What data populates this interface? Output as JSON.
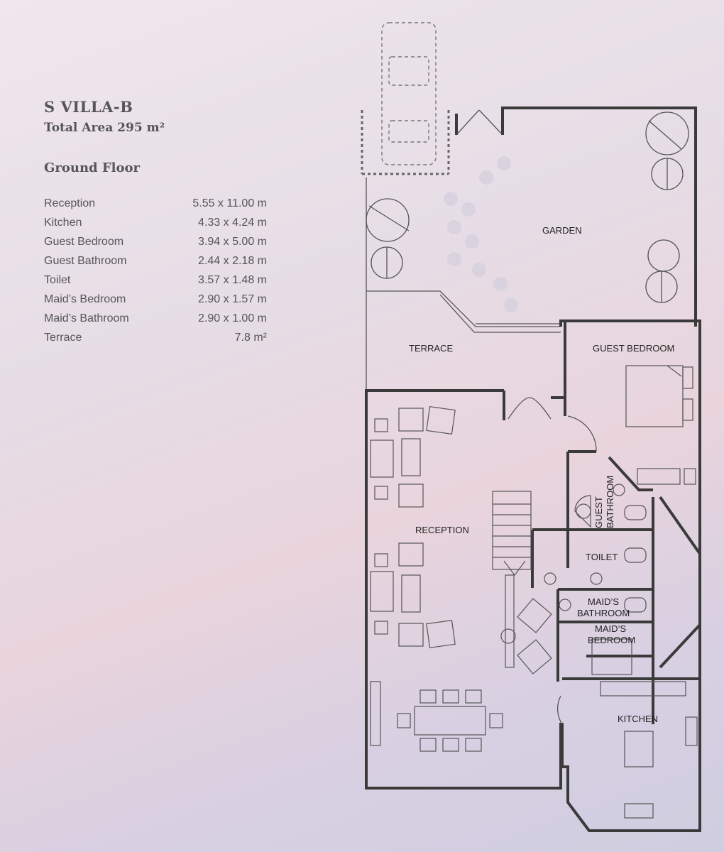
{
  "header": {
    "title": "S VILLA-B",
    "total_area": "Total Area 295 m²",
    "floor": "Ground Floor"
  },
  "rooms": [
    {
      "name": "Reception",
      "size": "5.55 x 11.00 m"
    },
    {
      "name": "Kitchen",
      "size": "4.33 x 4.24 m"
    },
    {
      "name": "Guest Bedroom",
      "size": "3.94 x 5.00 m"
    },
    {
      "name": "Guest Bathroom",
      "size": "2.44 x 2.18 m"
    },
    {
      "name": "Toilet",
      "size": "3.57 x 1.48 m"
    },
    {
      "name": "Maid’s Bedroom",
      "size": "2.90 x 1.57 m"
    },
    {
      "name": "Maid’s Bathroom",
      "size": "2.90 x 1.00 m"
    },
    {
      "name": "Terrace",
      "size": "7.8 m²"
    }
  ],
  "plan_labels": {
    "garden": "GARDEN",
    "terrace": "TERRACE",
    "guest_bedroom": "GUEST BEDROOM",
    "guest_bathroom_1": "GUEST",
    "guest_bathroom_2": "BATHROOM",
    "reception": "RECEPTION",
    "toilet": "TOILET",
    "maids_bathroom_1": "MAID’S",
    "maids_bathroom_2": "BATHROOM",
    "maids_bedroom_1": "MAID’S",
    "maids_bedroom_2": "BEDROOM",
    "kitchen": "KITCHEN"
  }
}
